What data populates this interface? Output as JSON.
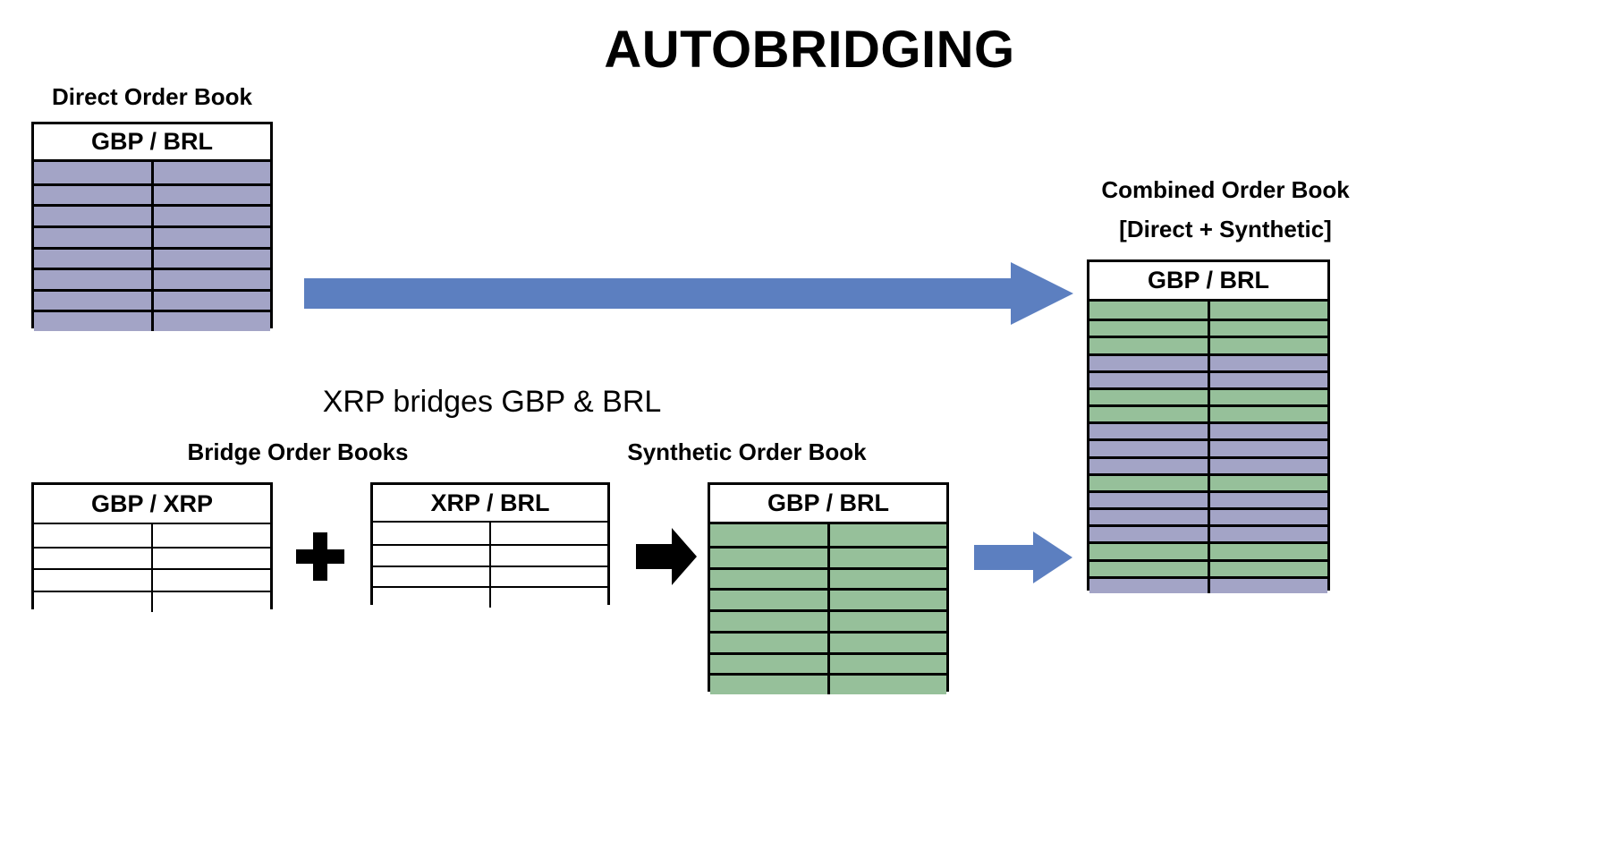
{
  "title": "AUTOBRIDGING",
  "colors": {
    "direct_fill": "#a3a4c6",
    "synthetic_fill": "#96c09a",
    "arrow_blue": "#5c7fc0",
    "arrow_black": "#000000",
    "border": "#000000",
    "background": "#ffffff"
  },
  "labels": {
    "direct_order_book": "Direct Order Book",
    "combined_order_book_line1": "Combined Order Book",
    "combined_order_book_line2": "[Direct + Synthetic]",
    "xrp_bridges": "XRP bridges GBP & BRL",
    "bridge_order_books": "Bridge Order Books",
    "synthetic_order_book": "Synthetic Order Book"
  },
  "books": {
    "direct": {
      "header": "GBP / BRL",
      "columns": 2,
      "row_count": 8,
      "row_fills": [
        "direct",
        "direct",
        "direct",
        "direct",
        "direct",
        "direct",
        "direct",
        "direct"
      ]
    },
    "bridge_a": {
      "header": "GBP / XRP",
      "columns": 2,
      "row_count": 4,
      "row_fills": [
        "empty",
        "empty",
        "empty",
        "empty"
      ]
    },
    "bridge_b": {
      "header": "XRP / BRL",
      "columns": 2,
      "row_count": 4,
      "row_fills": [
        "empty",
        "empty",
        "empty",
        "empty"
      ]
    },
    "synthetic": {
      "header": "GBP / BRL",
      "columns": 2,
      "row_count": 8,
      "row_fills": [
        "synthetic",
        "synthetic",
        "synthetic",
        "synthetic",
        "synthetic",
        "synthetic",
        "synthetic",
        "synthetic"
      ]
    },
    "combined": {
      "header": "GBP / BRL",
      "columns": 2,
      "row_count": 17,
      "row_fills": [
        "synthetic",
        "synthetic",
        "synthetic",
        "direct",
        "direct",
        "synthetic",
        "synthetic",
        "direct",
        "direct",
        "direct",
        "synthetic",
        "direct",
        "direct",
        "direct",
        "synthetic",
        "synthetic",
        "direct"
      ]
    }
  },
  "connectors": {
    "direct_to_combined": {
      "kind": "arrow",
      "color": "#5c7fc0",
      "direction": "right"
    },
    "bridge_plus": {
      "kind": "plus",
      "color": "#000000"
    },
    "bridge_to_synthetic": {
      "kind": "arrow",
      "color": "#000000",
      "direction": "right"
    },
    "synthetic_to_combined": {
      "kind": "arrow",
      "color": "#5c7fc0",
      "direction": "right"
    }
  }
}
